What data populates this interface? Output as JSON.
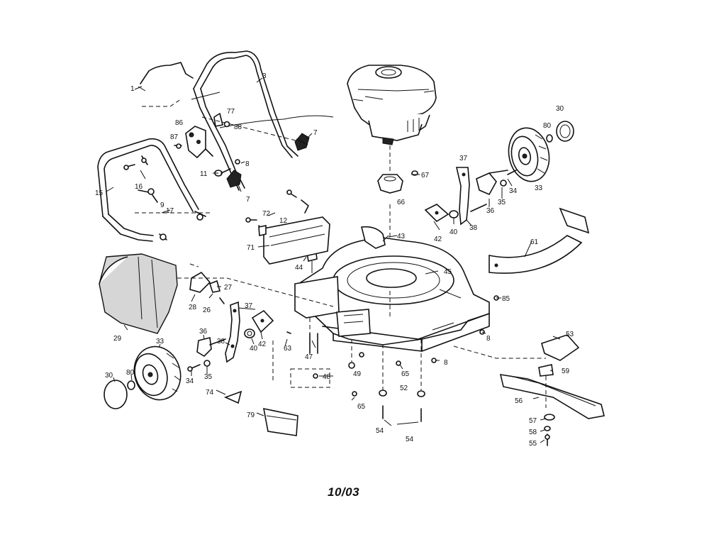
{
  "date_code": "10/03",
  "labels": {
    "p1": "1",
    "p3": "3",
    "p7a": "7",
    "p7b": "7",
    "p8a": "8",
    "p8b": "8",
    "p8c": "8",
    "p9": "9",
    "p11": "11",
    "p12": "12",
    "p15": "15",
    "p16": "16",
    "p17": "17",
    "p26": "26",
    "p27": "27",
    "p28": "28",
    "p29": "29",
    "p30a": "30",
    "p30b": "30",
    "p33a": "33",
    "p33b": "33",
    "p34a": "34",
    "p34b": "34",
    "p35a": "35",
    "p35b": "35",
    "p36a": "36",
    "p36b": "36",
    "p37a": "37",
    "p37b": "37",
    "p38a": "38",
    "p38b": "38",
    "p40a": "40",
    "p40b": "40",
    "p42a": "42",
    "p42b": "42",
    "p43": "43",
    "p44": "44",
    "p45": "45",
    "p47": "47",
    "p48": "48",
    "p49": "49",
    "p52": "52",
    "p53": "53",
    "p54a": "54",
    "p54b": "54",
    "p55": "55",
    "p56": "56",
    "p57": "57",
    "p58": "58",
    "p59": "59",
    "p61": "61",
    "p63": "63",
    "p65a": "65",
    "p65b": "65",
    "p66": "66",
    "p67": "67",
    "p71": "71",
    "p72": "72",
    "p74": "74",
    "p77": "77",
    "p79": "79",
    "p80a": "80",
    "p80b": "80",
    "p85": "85",
    "p86": "86",
    "p87": "87",
    "p88": "88"
  }
}
